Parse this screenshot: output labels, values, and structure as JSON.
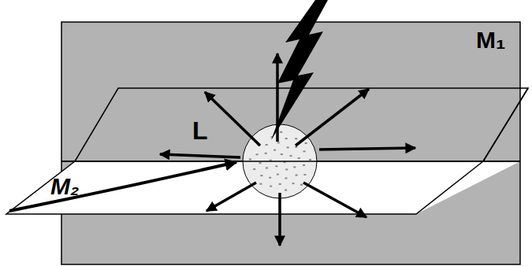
{
  "diagram": {
    "labels": [
      "M₁",
      "L",
      "M₂"
    ]
  }
}
